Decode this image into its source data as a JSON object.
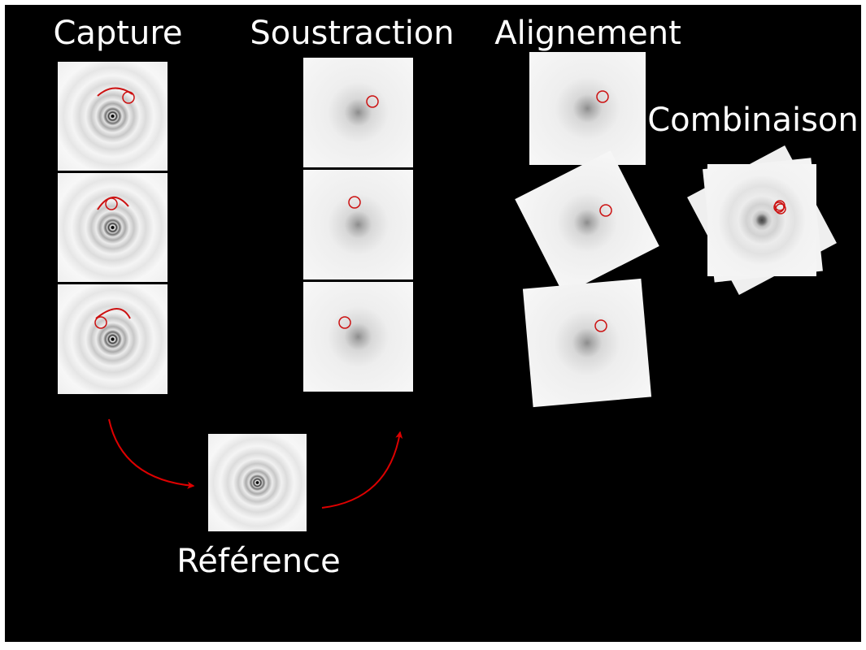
{
  "labels": {
    "capture": "Capture",
    "soustraction": "Soustraction",
    "alignement": "Alignement",
    "combinaison": "Combinaison",
    "reference": "Référence"
  },
  "colors": {
    "background": "#000000",
    "frame": "#f4f4f4",
    "marker": "#cc1111",
    "arrow": "#dd0000",
    "text": "#ffffff"
  }
}
